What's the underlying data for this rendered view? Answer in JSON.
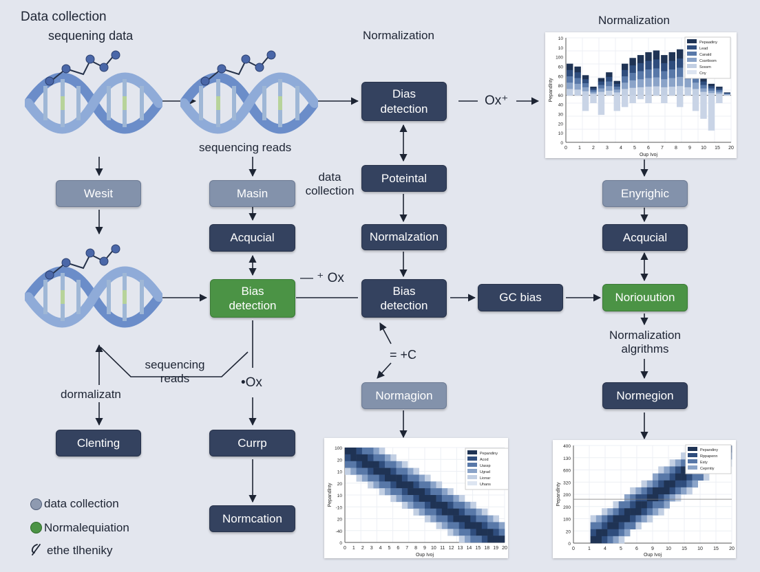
{
  "labels": {
    "title_data_collection": "Data collection",
    "sequencing_data": "sequening data",
    "normalization_mid": "Normalization",
    "normalization_right": "Normalization",
    "sequencing_reads_top": "sequencing reads",
    "data_collection_side": "data\ncollection",
    "ox_top": "Ox⁺",
    "ox_mid": "— ⁺ Ox",
    "ox_bottom": "•Ox",
    "sequencing_reads_bottom": "sequencing\nreads",
    "dormalizatn": "dormalizatn",
    "plus_c": "= +C",
    "norm_algorithms": "Normalization\nalgrithms"
  },
  "boxes": {
    "wesit": "Wesit",
    "masin": "Masin",
    "acquical_1": "Acqucial",
    "bias_detection_green": "Bias\ndetection",
    "clenting": "Clenting",
    "currp": "Currp",
    "normcation": "Normcation",
    "dias_detection": "Dias\ndetection",
    "potelntal": "Poteintal",
    "normalzation": "Normalzation",
    "bias_detection_mid": "Bias\ndetection",
    "normagion_mid": "Normagion",
    "gc_bias": "GC bias",
    "enyrighic": "Enyrighic",
    "acquical_2": "Acqucial",
    "noriouution": "Noriouution",
    "normegion": "Normegion"
  },
  "legend": [
    {
      "label": "data collection",
      "color": "#8e9ab0"
    },
    {
      "label": "Normalequiation",
      "color": "#4b9345"
    },
    {
      "label": "ethe tlheniky",
      "icon": "pen-icon"
    }
  ],
  "colors": {
    "navy": "#34425f",
    "gray": "#8392ab",
    "green": "#4b9345",
    "dna_blue": "#6b8dc9",
    "dna_node": "#4a67a8"
  },
  "chart_data": [
    {
      "type": "bar",
      "ylabel": "Pepandlnty",
      "xlabel": "Oup Ivoj",
      "x_ticks": [
        "0",
        "1",
        "2",
        "3",
        "4",
        "5",
        "6",
        "7",
        "8",
        "9",
        "10",
        "15",
        "20"
      ],
      "y_ticks": [
        "10",
        "10",
        "100",
        "60",
        "60",
        "80",
        "60",
        "40",
        "30",
        "20",
        "10",
        "0"
      ],
      "legend": [
        "Pepaadiny",
        "Lead",
        "Canald",
        "Cssrtloom",
        "Sossm",
        "Cny"
      ],
      "x": [
        0,
        1,
        2,
        3,
        4,
        5,
        6,
        7,
        8,
        9,
        10,
        11,
        12,
        13,
        14,
        15,
        16,
        17,
        18,
        19,
        20
      ],
      "top": [
        55,
        50,
        35,
        15,
        30,
        40,
        25,
        55,
        65,
        70,
        75,
        78,
        70,
        75,
        80,
        70,
        55,
        30,
        20,
        15,
        5
      ],
      "bottom": [
        0,
        0,
        20,
        10,
        25,
        0,
        20,
        15,
        10,
        5,
        10,
        0,
        10,
        0,
        15,
        0,
        20,
        30,
        45,
        10,
        0
      ]
    },
    {
      "type": "heatmap",
      "ylabel": "Pepandlnty",
      "xlabel": "Oup Ivoj",
      "x_ticks": [
        "0",
        "1",
        "2",
        "3",
        "4",
        "5",
        "6",
        "7",
        "8",
        "9",
        "10",
        "11",
        "12",
        "13",
        "14",
        "15",
        "18",
        "19",
        "20"
      ],
      "y_ticks": [
        "100",
        "20",
        "10",
        "20",
        "10",
        "-10",
        "20",
        "-40",
        "0"
      ],
      "legend": [
        "Pepandiny",
        "Acod",
        "Uassp",
        "Ugrad",
        "Lionar",
        "Uhans"
      ]
    },
    {
      "type": "heatmap",
      "ylabel": "Pepandlnty",
      "xlabel": "Oup Ivoj",
      "x_ticks": [
        "0",
        "1",
        "4",
        "5",
        "6",
        "9",
        "10",
        "15",
        "10",
        "15",
        "20"
      ],
      "y_ticks": [
        "400",
        "130",
        "600",
        "320",
        "200",
        "200",
        "100",
        "20",
        "0"
      ],
      "legend": [
        "Pepandiny",
        "Rppapenn",
        "Esty",
        "Ceprntiy"
      ]
    }
  ]
}
